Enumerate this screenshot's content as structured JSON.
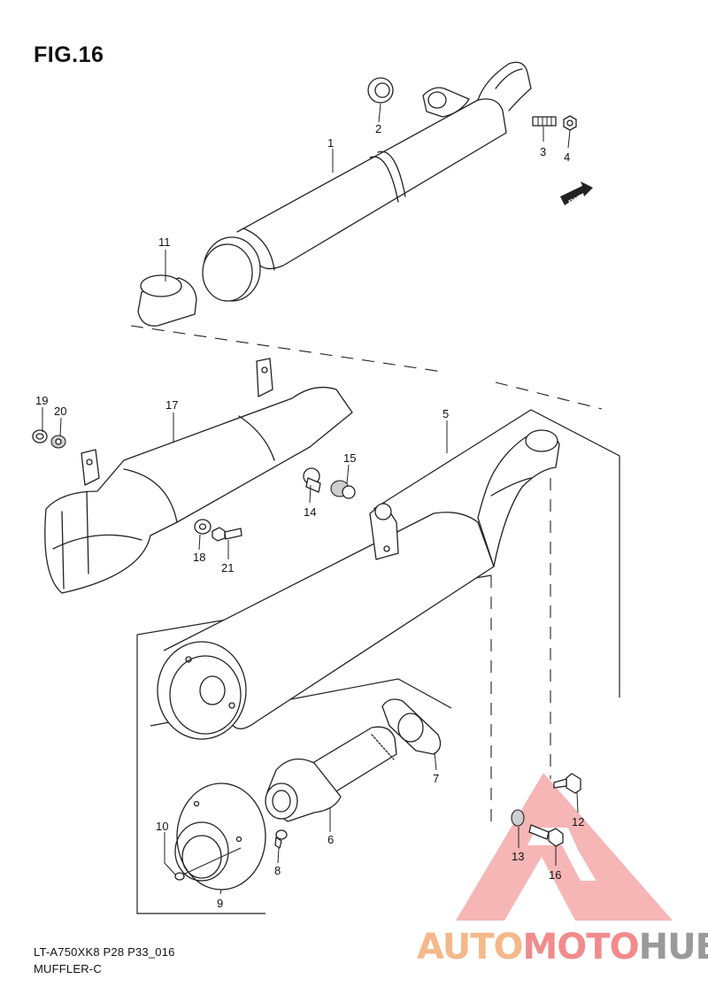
{
  "figure": {
    "title": "FIG.16",
    "code": "LT-A750XK8 P28 P33_016",
    "name": "MUFFLER-C"
  },
  "direction_tag": "FWD",
  "callouts": [
    "1",
    "2",
    "3",
    "4",
    "5",
    "6",
    "7",
    "8",
    "9",
    "10",
    "11",
    "12",
    "13",
    "14",
    "15",
    "16",
    "17",
    "18",
    "19",
    "20",
    "21"
  ],
  "watermark": {
    "part1": "AUTO",
    "part2": "MOTO",
    "part3": "HUB",
    "colors": {
      "auto": "#f5b88a",
      "moto": "#f28b8b",
      "hub": "#9a9a9a",
      "triangle": "#f07c7c"
    }
  }
}
